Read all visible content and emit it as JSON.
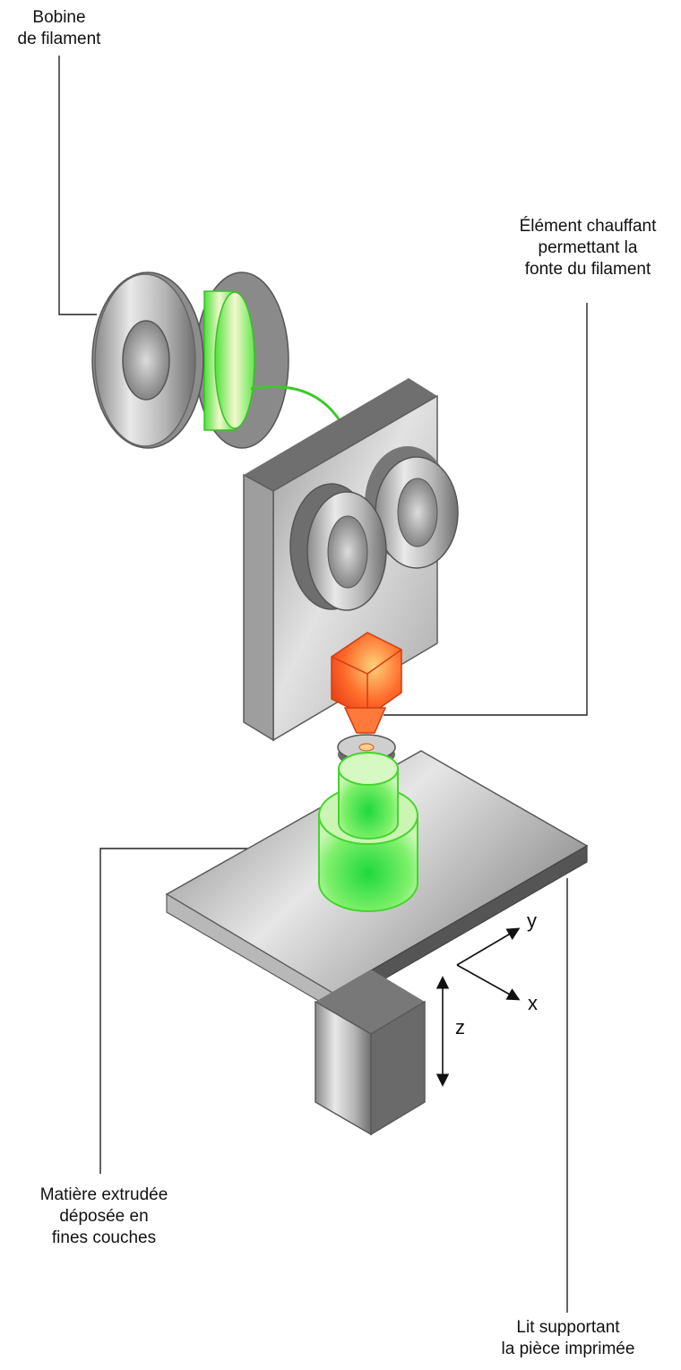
{
  "labels": {
    "spool": [
      "Bobine",
      "de filament"
    ],
    "heater": [
      "Élément chauffant",
      "permettant la",
      "fonte du filament"
    ],
    "extruded": [
      "Matière extrudée",
      "déposée en",
      "fines couches"
    ],
    "bed": [
      "Lit supportant",
      "la pièce imprimée"
    ]
  },
  "axes": {
    "x": "x",
    "y": "y",
    "z": "z"
  },
  "colors": {
    "filament": "#44d62c",
    "heater": "#ff5a1f",
    "metal_dark": "#7c7c7c",
    "metal_light": "#e4e4e4"
  }
}
